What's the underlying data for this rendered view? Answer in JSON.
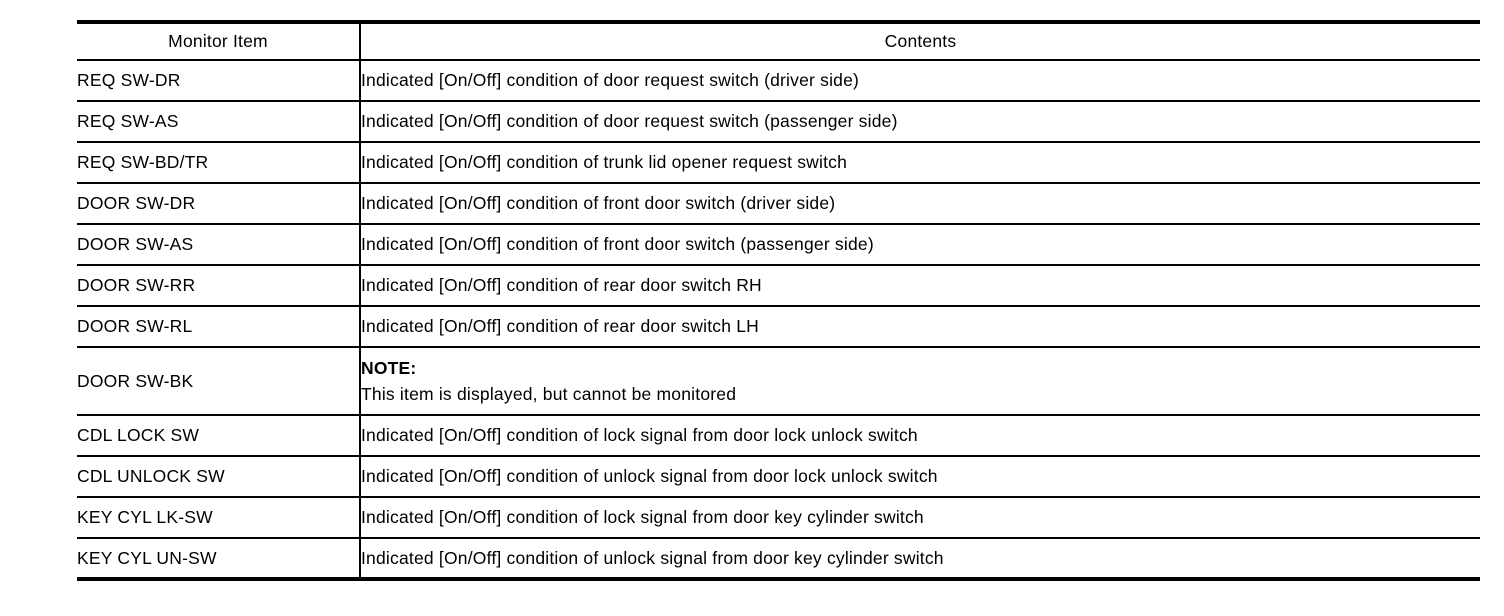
{
  "colors": {
    "background": "#ffffff",
    "text": "#000000",
    "border": "#000000"
  },
  "table": {
    "headers": {
      "monitor_item": "Monitor Item",
      "contents": "Contents"
    },
    "rows": [
      {
        "item": "REQ SW-DR",
        "content": "Indicated [On/Off] condition of door request switch (driver side)"
      },
      {
        "item": "REQ SW-AS",
        "content": "Indicated [On/Off] condition of door request switch (passenger side)"
      },
      {
        "item": "REQ SW-BD/TR",
        "content": "Indicated [On/Off] condition of trunk lid opener request switch"
      },
      {
        "item": "DOOR SW-DR",
        "content": "Indicated [On/Off] condition of front door switch (driver side)"
      },
      {
        "item": "DOOR SW-AS",
        "content": "Indicated [On/Off] condition of front door switch (passenger side)"
      },
      {
        "item": "DOOR SW-RR",
        "content": "Indicated [On/Off] condition of rear door switch RH"
      },
      {
        "item": "DOOR SW-RL",
        "content": "Indicated [On/Off] condition of rear door switch LH"
      },
      {
        "item": "DOOR SW-BK",
        "note_label": "NOTE:",
        "note_text": "This item is displayed, but cannot be monitored"
      },
      {
        "item": "CDL LOCK SW",
        "content": "Indicated [On/Off] condition of lock signal from door lock unlock switch"
      },
      {
        "item": "CDL UNLOCK SW",
        "content": "Indicated [On/Off] condition of unlock signal from door lock unlock switch"
      },
      {
        "item": "KEY CYL LK-SW",
        "content": "Indicated [On/Off] condition of lock signal from door key cylinder switch"
      },
      {
        "item": "KEY CYL UN-SW",
        "content": "Indicated [On/Off] condition of unlock signal from door key cylinder switch"
      }
    ]
  }
}
